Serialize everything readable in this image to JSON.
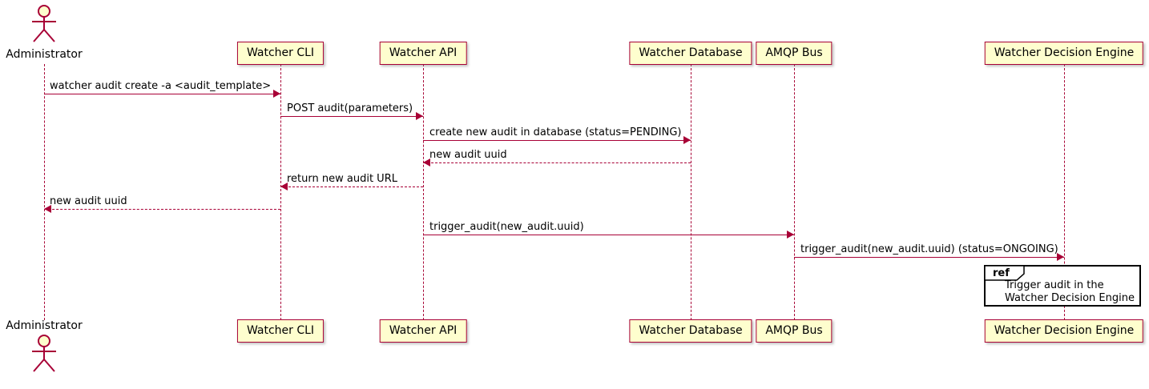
{
  "diagram": {
    "type": "sequence-diagram",
    "participants": [
      {
        "name": "Administrator",
        "kind": "actor"
      },
      {
        "name": "Watcher CLI",
        "kind": "participant"
      },
      {
        "name": "Watcher API",
        "kind": "participant"
      },
      {
        "name": "Watcher Database",
        "kind": "participant"
      },
      {
        "name": "AMQP Bus",
        "kind": "participant"
      },
      {
        "name": "Watcher Decision Engine",
        "kind": "participant"
      }
    ],
    "messages": [
      {
        "from": "Administrator",
        "to": "Watcher CLI",
        "label": "watcher audit create -a <audit_template>",
        "line": "solid"
      },
      {
        "from": "Watcher CLI",
        "to": "Watcher API",
        "label": "POST audit(parameters)",
        "line": "solid"
      },
      {
        "from": "Watcher API",
        "to": "Watcher Database",
        "label": "create new audit in database (status=PENDING)",
        "line": "solid"
      },
      {
        "from": "Watcher Database",
        "to": "Watcher API",
        "label": "new audit uuid",
        "line": "dashed"
      },
      {
        "from": "Watcher API",
        "to": "Watcher CLI",
        "label": "return new audit URL",
        "line": "dashed"
      },
      {
        "from": "Watcher CLI",
        "to": "Administrator",
        "label": "new audit uuid",
        "line": "dashed"
      },
      {
        "from": "Watcher API",
        "to": "AMQP Bus",
        "label": "trigger_audit(new_audit.uuid)",
        "line": "solid"
      },
      {
        "from": "AMQP Bus",
        "to": "Watcher Decision Engine",
        "label": "trigger_audit(new_audit.uuid) (status=ONGOING)",
        "line": "solid"
      }
    ],
    "ref": {
      "keyword": "ref",
      "line1": "Trigger audit in the",
      "line2": "Watcher Decision Engine"
    }
  },
  "colors": {
    "participant_fill": "#FEFECE",
    "stroke": "#A80036",
    "text": "#000000",
    "frame_border": "#000000"
  }
}
